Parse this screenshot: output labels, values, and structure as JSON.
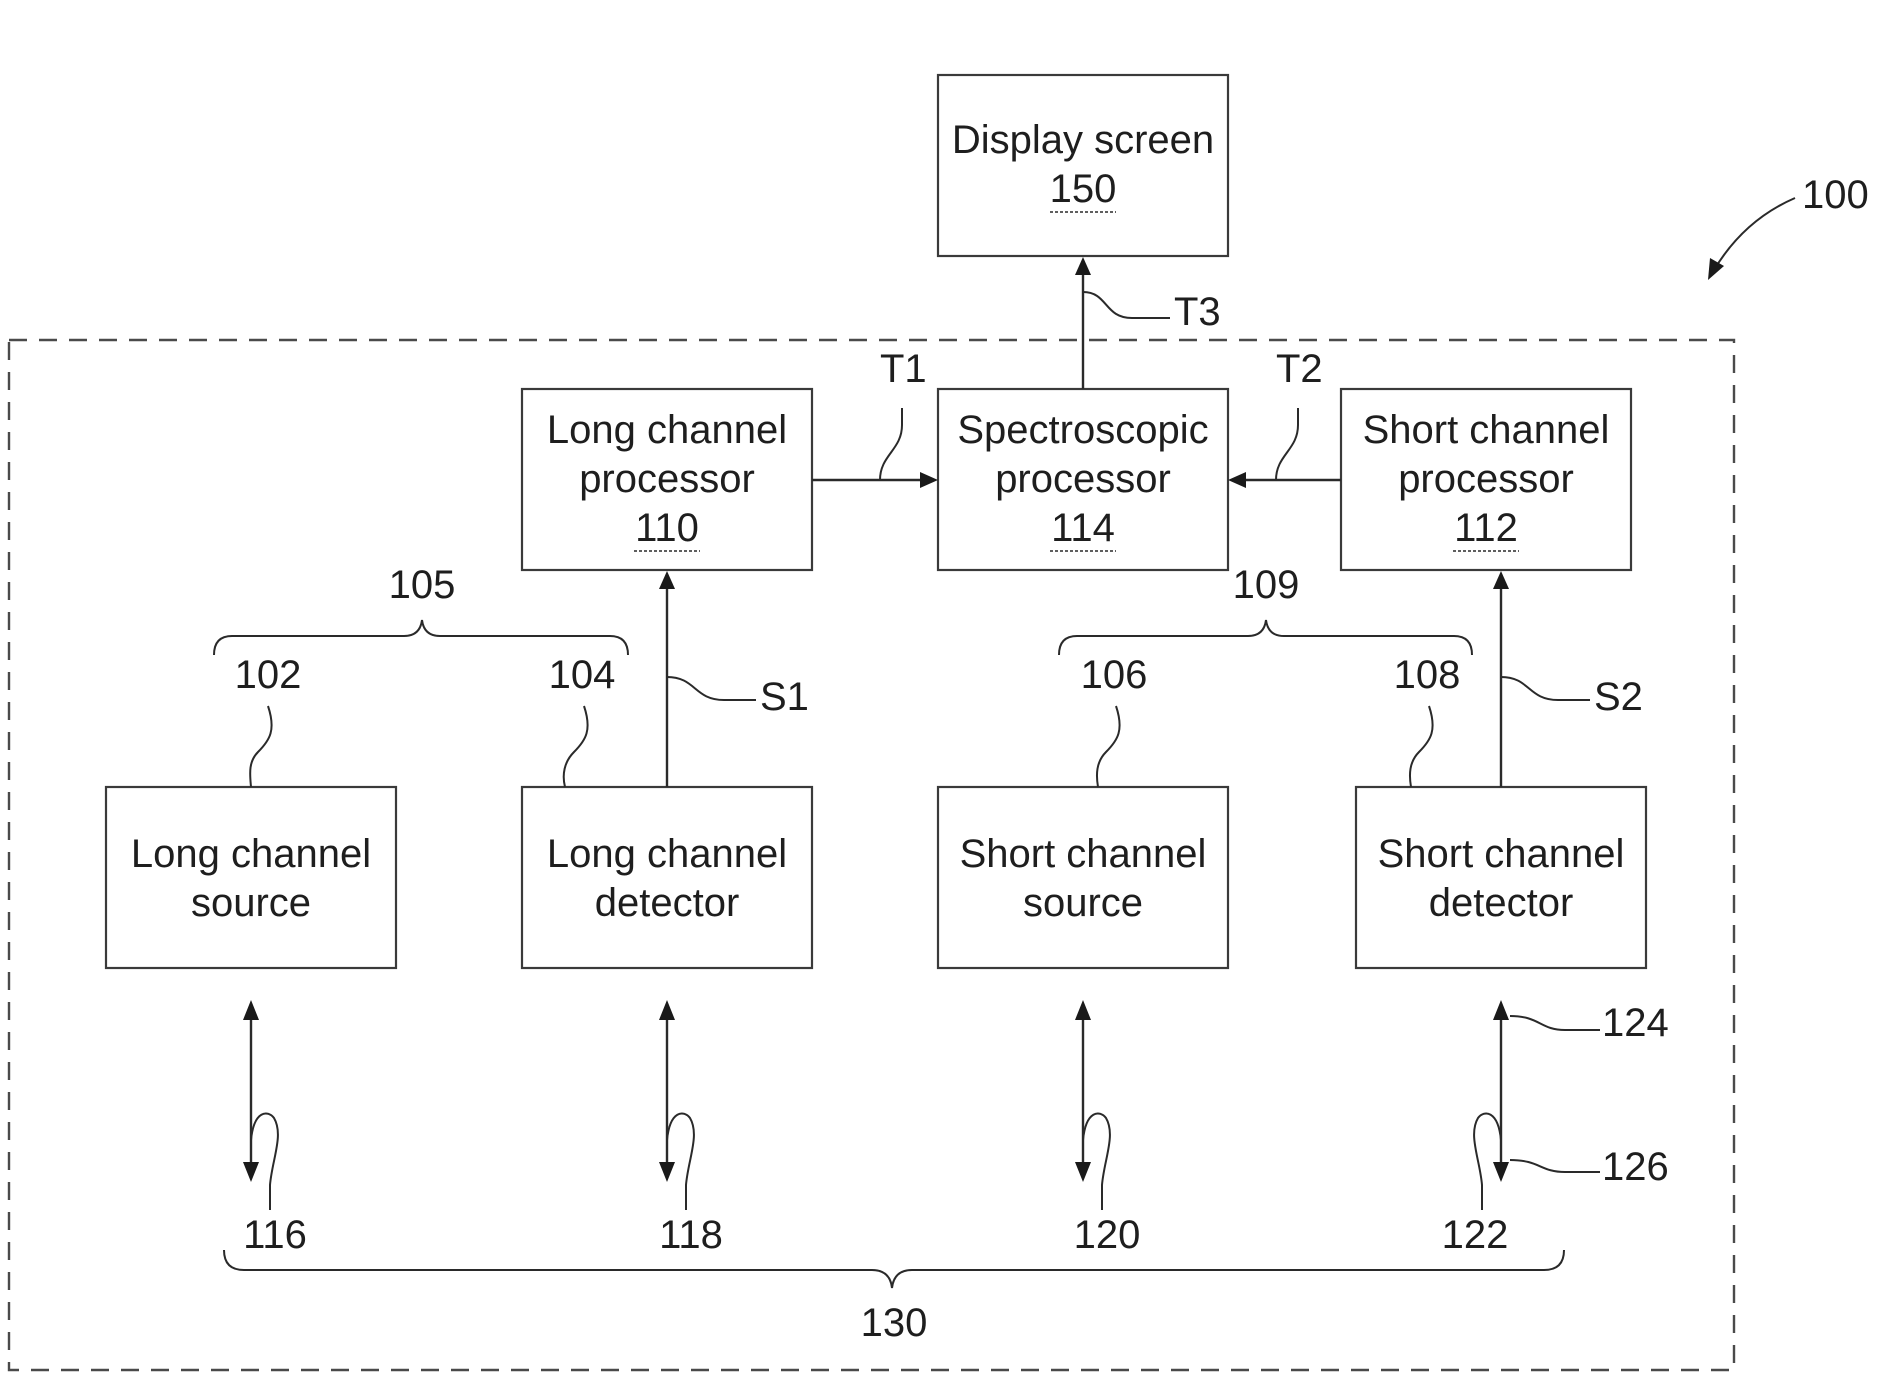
{
  "figure_number": "100",
  "system_ref": "130",
  "blocks": {
    "display": {
      "line1": "Display screen",
      "num": "150"
    },
    "long_proc": {
      "line1": "Long channel",
      "line2": "processor",
      "num": "110"
    },
    "spec_proc": {
      "line1": "Spectroscopic",
      "line2": "processor",
      "num": "114"
    },
    "short_proc": {
      "line1": "Short channel",
      "line2": "processor",
      "num": "112"
    },
    "long_src": {
      "line1": "Long channel",
      "line2": "source"
    },
    "long_det": {
      "line1": "Long channel",
      "line2": "detector"
    },
    "short_src": {
      "line1": "Short channel",
      "line2": "source"
    },
    "short_det": {
      "line1": "Short channel",
      "line2": "detector"
    }
  },
  "signals": {
    "t1": "T1",
    "t2": "T2",
    "t3": "T3",
    "s1": "S1",
    "s2": "S2"
  },
  "refs": {
    "r102": "102",
    "r104": "104",
    "r105": "105",
    "r106": "106",
    "r108": "108",
    "r109": "109",
    "r116": "116",
    "r118": "118",
    "r120": "120",
    "r122": "122",
    "r124": "124",
    "r126": "126"
  }
}
